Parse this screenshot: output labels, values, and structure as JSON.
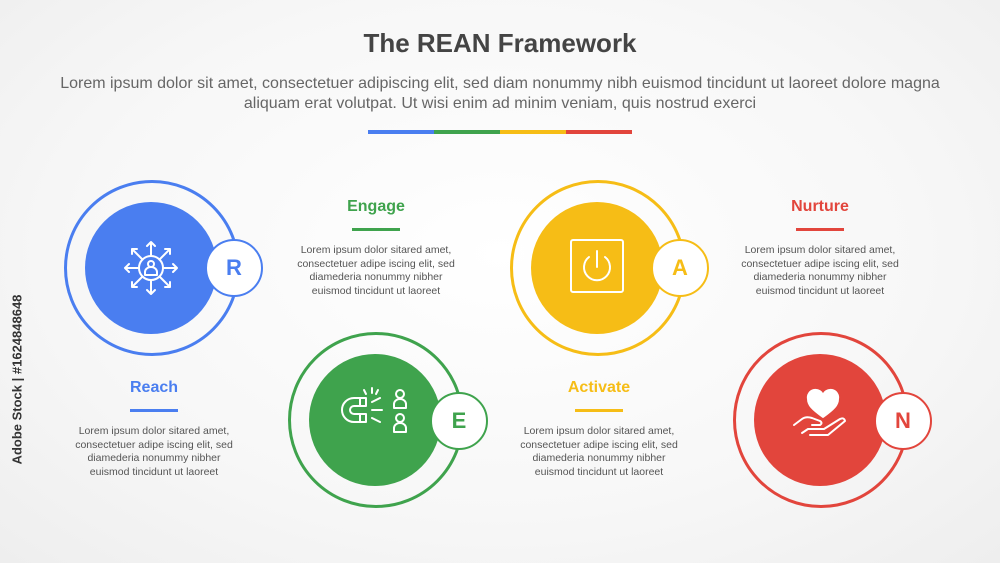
{
  "header": {
    "title": "The REAN Framework",
    "subtitle": "Lorem ipsum dolor sit amet, consectetuer adipiscing elit, sed diam nonummy nibh euismod tincidunt ut laoreet dolore magna aliquam erat volutpat. Ut wisi enim ad minim veniam, quis nostrud exerci"
  },
  "colors": {
    "blue": "#4a7ef0",
    "green": "#3fa34d",
    "yellow": "#f6bd16",
    "red": "#e2453c"
  },
  "steps": [
    {
      "letter": "R",
      "title": "Reach",
      "icon": "network-person-icon",
      "color": "#4a7ef0",
      "description": "Lorem ipsum dolor sitared amet, consectetuer adipe iscing elit, sed diamederia nonummy nibher euismod tincidunt ut laoreet"
    },
    {
      "letter": "E",
      "title": "Engage",
      "icon": "magnet-people-icon",
      "color": "#3fa34d",
      "description": "Lorem ipsum dolor sitared amet, consectetuer adipe iscing elit, sed diamederia nonummy nibher euismod tincidunt ut laoreet"
    },
    {
      "letter": "A",
      "title": "Activate",
      "icon": "power-button-icon",
      "color": "#f6bd16",
      "description": "Lorem ipsum dolor sitared amet, consectetuer adipe iscing elit, sed diamederia nonummy nibher euismod tincidunt ut laoreet"
    },
    {
      "letter": "N",
      "title": "Nurture",
      "icon": "heart-hand-icon",
      "color": "#e2453c",
      "description": "Lorem ipsum dolor sitared amet, consectetuer adipe iscing elit, sed diamederia nonummy nibher euismod tincidunt ut laoreet"
    }
  ],
  "credit": "Adobe Stock | #1624848648"
}
